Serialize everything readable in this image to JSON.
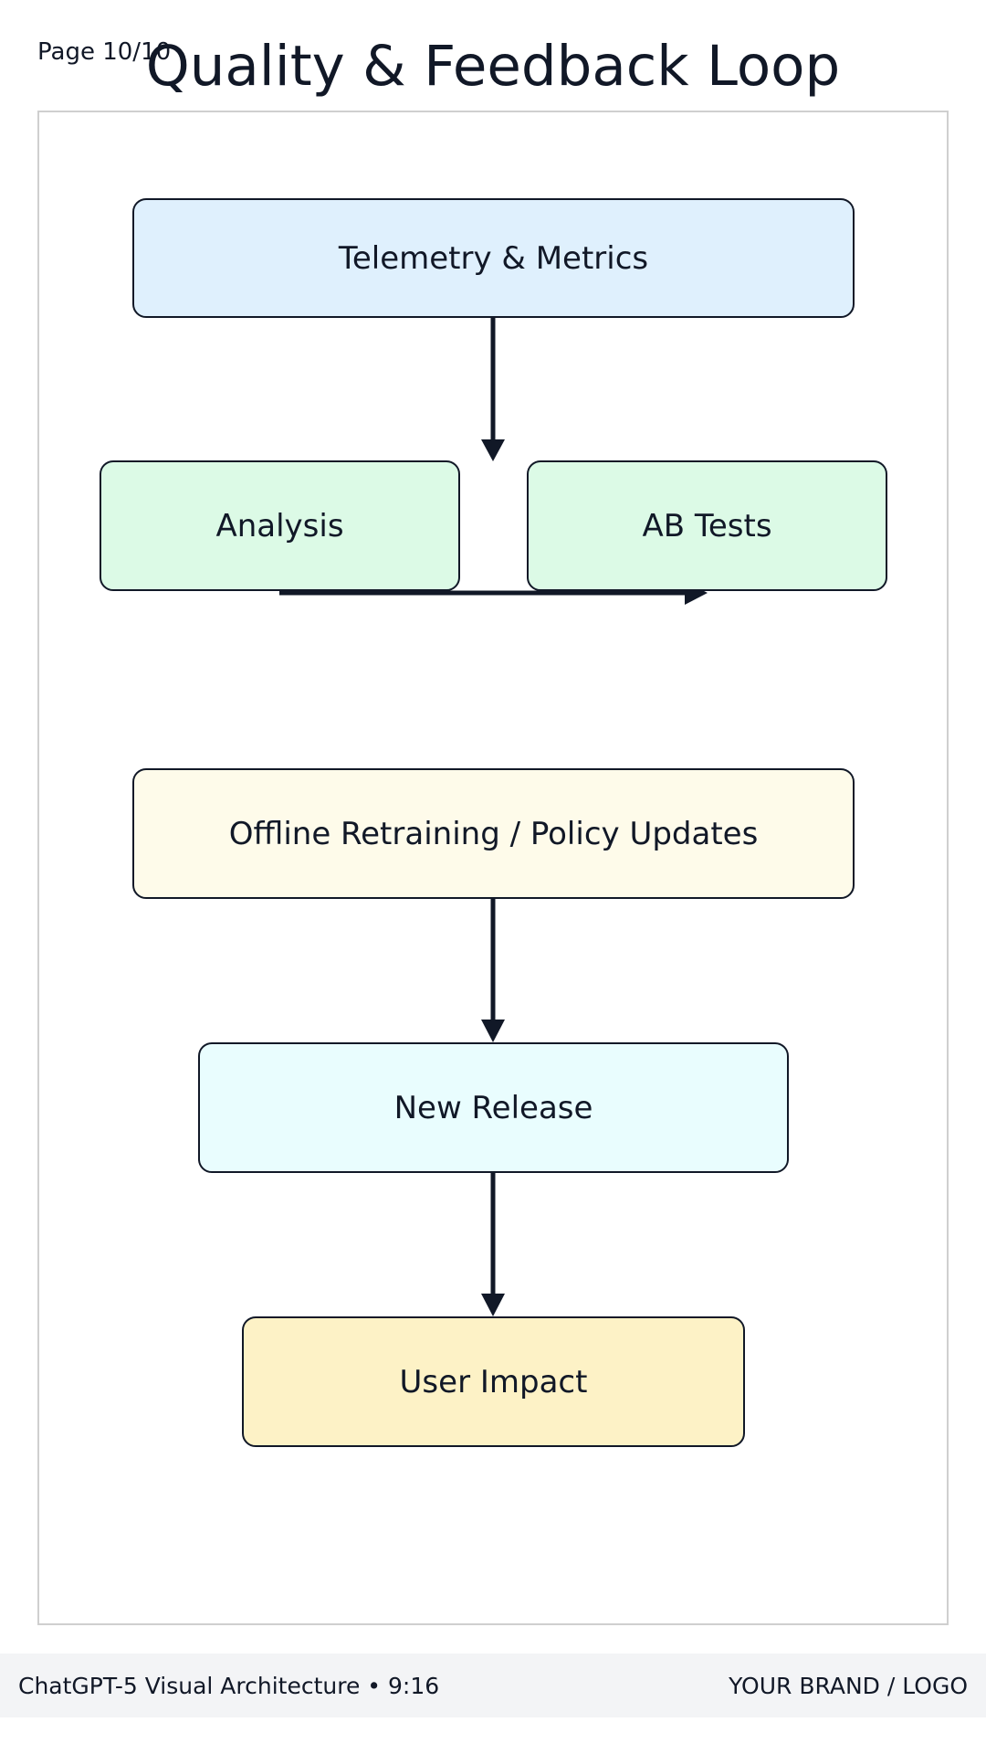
{
  "page_label": "Page 10/10",
  "title": "Quality & Feedback Loop",
  "nodes": [
    {
      "id": "telemetry",
      "label": "Telemetry & Metrics",
      "fill": "#dff0fd"
    },
    {
      "id": "analysis",
      "label": "Analysis",
      "fill": "#dcfae6"
    },
    {
      "id": "ab_tests",
      "label": "AB Tests",
      "fill": "#dcfae6"
    },
    {
      "id": "retraining",
      "label": "Offline Retraining / Policy Updates",
      "fill": "#fefbea"
    },
    {
      "id": "release",
      "label": "New Release",
      "fill": "#e9fdfe"
    },
    {
      "id": "impact",
      "label": "User Impact",
      "fill": "#fdf2c6"
    }
  ],
  "edges": [
    {
      "from": "telemetry",
      "to": "analysis"
    },
    {
      "from": "analysis",
      "to": "ab_tests"
    },
    {
      "from": "retraining",
      "to": "release"
    },
    {
      "from": "release",
      "to": "impact"
    }
  ],
  "colors": {
    "stroke": "#111827",
    "frame_border": "#cfcfcf",
    "footer_bg": "#f3f4f6"
  },
  "footer": {
    "left_text": "ChatGPT-5 Visual Architecture • 9:16",
    "right_text": "YOUR BRAND / LOGO"
  }
}
